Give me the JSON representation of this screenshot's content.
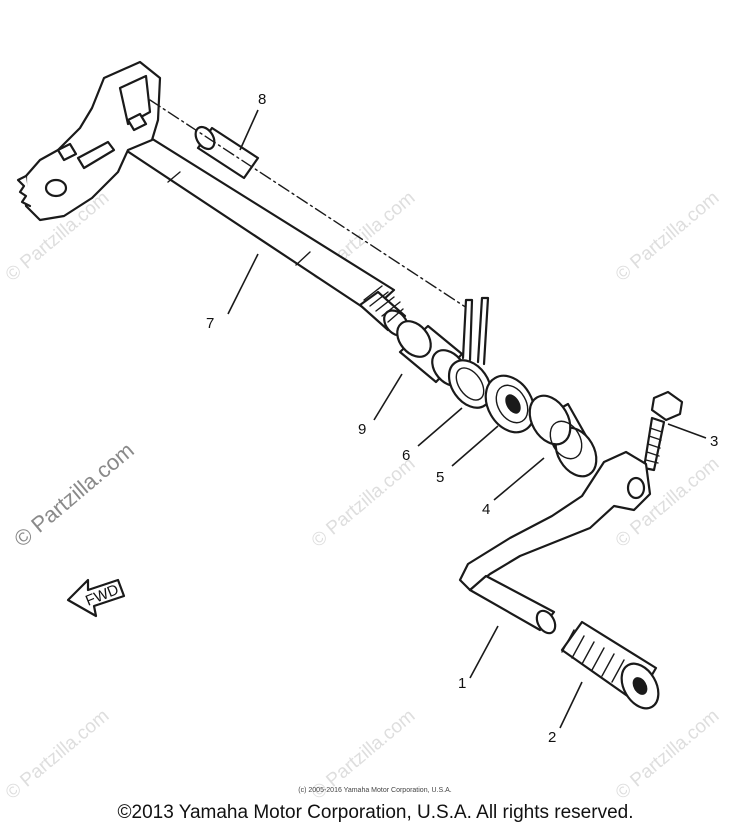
{
  "watermark_text": "© Partzilla.com",
  "fwd_label": "FWD",
  "callouts": {
    "c1": "1",
    "c2": "2",
    "c3": "3",
    "c4": "4",
    "c5": "5",
    "c6": "6",
    "c7": "7",
    "c8": "8",
    "c9": "9"
  },
  "small_copyright": "(c) 2005-2016 Yamaha Motor Corporation, U.S.A.",
  "footer_copyright": "©2013 Yamaha Motor Corporation, U.S.A. All rights reserved."
}
